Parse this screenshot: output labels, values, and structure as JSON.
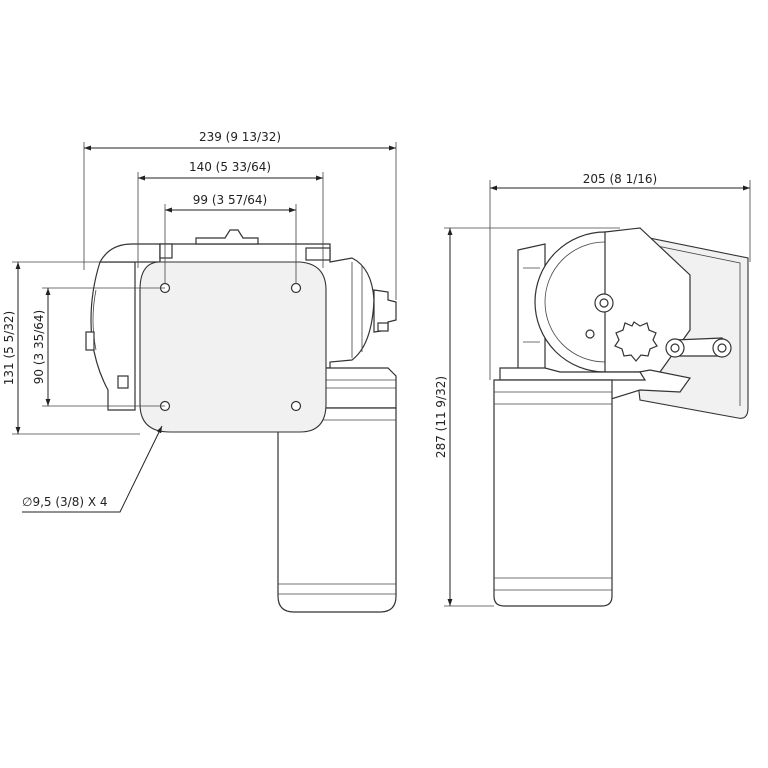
{
  "dimensions": {
    "total_width": "239 (9 13/32)",
    "mount_span": "140 (5 33/64)",
    "hole_span_x": "99 (3 57/64)",
    "side_width": "205 (8 1/16)",
    "height_left": "131 (5 5/32)",
    "hole_span_y": "90 (3 35/64)",
    "total_height": "287 (11 9/32)",
    "hole_callout": "∅9,5 (3/8) X 4"
  },
  "colors": {
    "line": "#222222",
    "fill": "#ffffff",
    "shade": "#f1f1f1"
  }
}
